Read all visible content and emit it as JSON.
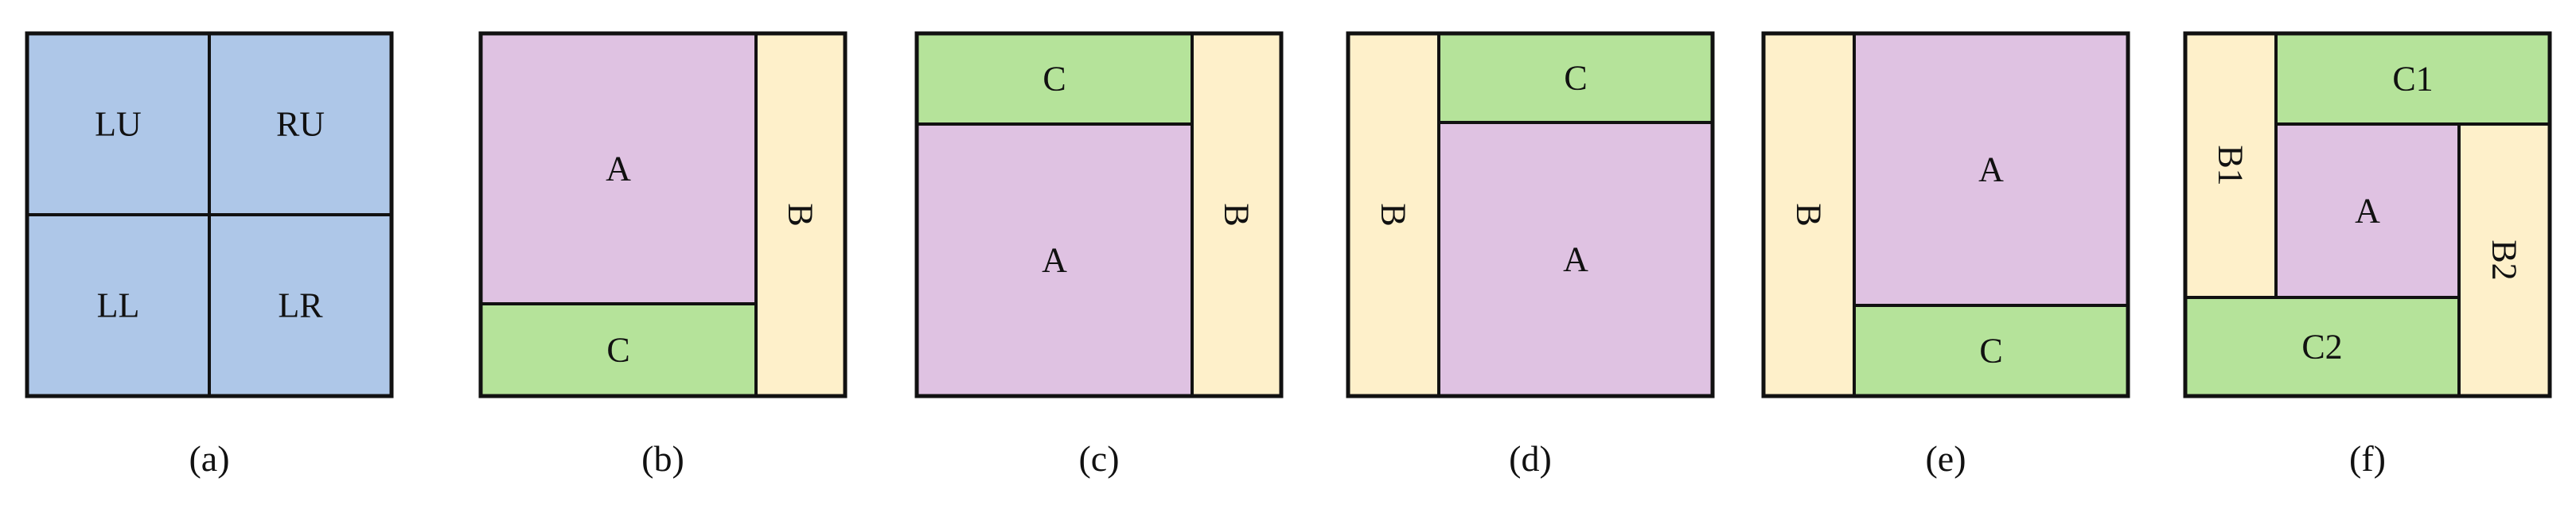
{
  "colors": {
    "blue": "#aec7e8",
    "purple": "#dfc2e2",
    "yellow": "#fef0ca",
    "green": "#b5e39a",
    "border": "#111111",
    "text": "#111111"
  },
  "panels": [
    {
      "id": "a",
      "caption": "(a)",
      "regions": [
        {
          "id": "lu",
          "label": "LU",
          "color": "blue"
        },
        {
          "id": "ru",
          "label": "RU",
          "color": "blue"
        },
        {
          "id": "ll",
          "label": "LL",
          "color": "blue"
        },
        {
          "id": "lr",
          "label": "LR",
          "color": "blue"
        }
      ]
    },
    {
      "id": "b",
      "caption": "(b)",
      "regions": [
        {
          "id": "a",
          "label": "A",
          "color": "purple"
        },
        {
          "id": "c",
          "label": "C",
          "color": "green"
        },
        {
          "id": "b",
          "label": "B",
          "color": "yellow",
          "rotated": true
        }
      ]
    },
    {
      "id": "c",
      "caption": "(c)",
      "regions": [
        {
          "id": "c",
          "label": "C",
          "color": "green"
        },
        {
          "id": "a",
          "label": "A",
          "color": "purple"
        },
        {
          "id": "b",
          "label": "B",
          "color": "yellow",
          "rotated": true
        }
      ]
    },
    {
      "id": "d",
      "caption": "(d)",
      "regions": [
        {
          "id": "b",
          "label": "B",
          "color": "yellow",
          "rotated": true
        },
        {
          "id": "c",
          "label": "C",
          "color": "green"
        },
        {
          "id": "a",
          "label": "A",
          "color": "purple"
        }
      ]
    },
    {
      "id": "e",
      "caption": "(e)",
      "regions": [
        {
          "id": "b",
          "label": "B",
          "color": "yellow",
          "rotated": true
        },
        {
          "id": "a",
          "label": "A",
          "color": "purple"
        },
        {
          "id": "c",
          "label": "C",
          "color": "green"
        }
      ]
    },
    {
      "id": "f",
      "caption": "(f)",
      "regions": [
        {
          "id": "b1",
          "label": "B1",
          "color": "yellow",
          "rotated": true
        },
        {
          "id": "c1",
          "label": "C1",
          "color": "green"
        },
        {
          "id": "a",
          "label": "A",
          "color": "purple"
        },
        {
          "id": "b2",
          "label": "B2",
          "color": "yellow",
          "rotated": true
        },
        {
          "id": "c2",
          "label": "C2",
          "color": "green"
        }
      ]
    }
  ]
}
